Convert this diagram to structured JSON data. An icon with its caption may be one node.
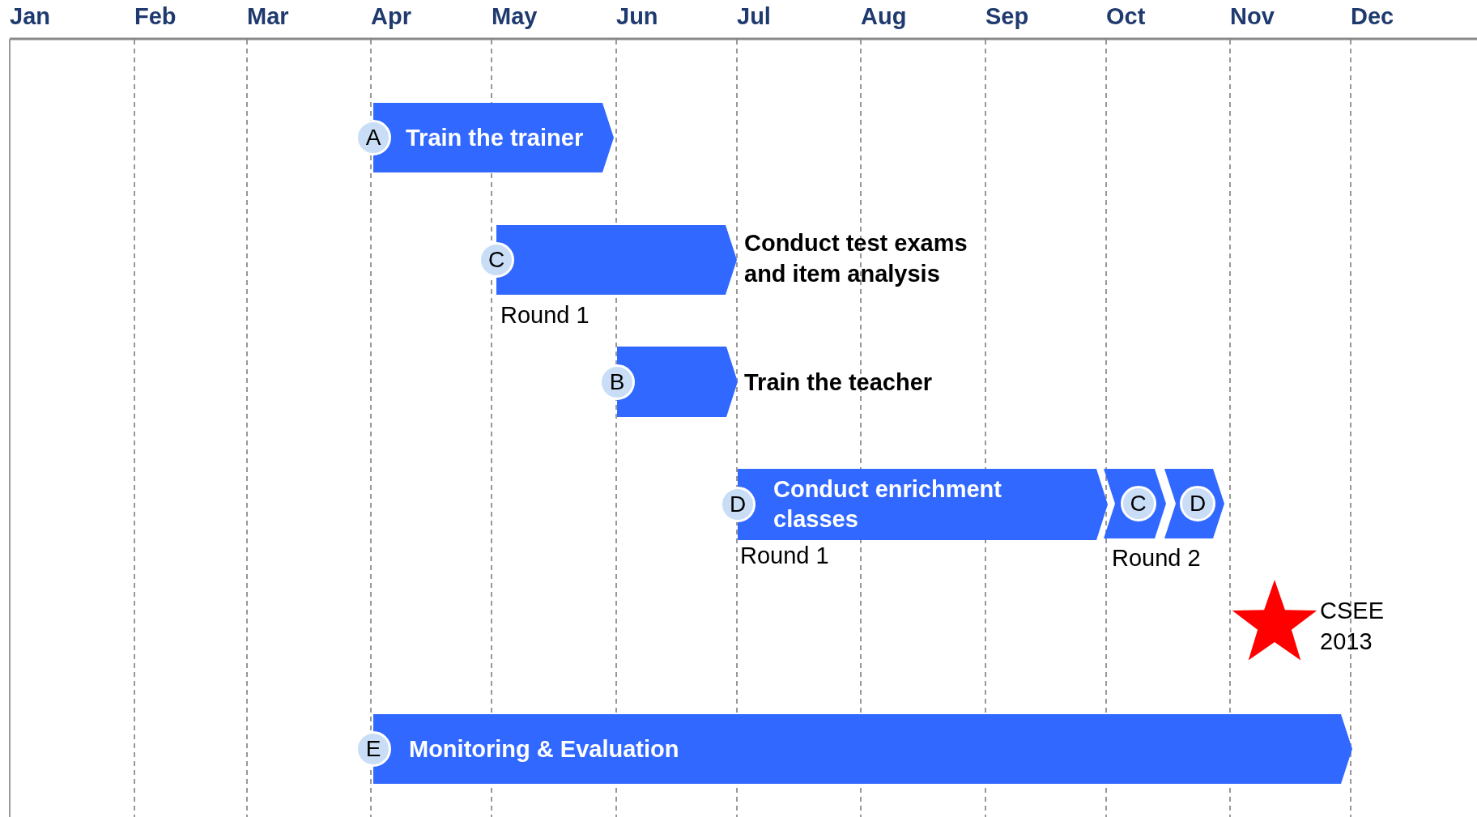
{
  "diagram": {
    "nodes": [
      {
        "text": [
          "A",
          "Train the trainer"
        ]
      },
      {
        "text": [
          "C"
        ],
        "beside": [
          "Conduct test exams and item analysis",
          "Round 1"
        ]
      },
      {
        "text": [
          "B"
        ],
        "beside": [
          "Train the teacher"
        ]
      },
      {
        "text": [
          "D",
          "Conduct enrichment classes"
        ],
        "beside": [
          "Round 1"
        ]
      },
      {
        "text": [
          "C"
        ]
      },
      {
        "text": [
          "D"
        ]
      },
      {
        "text": [],
        "shape": "star",
        "beside": [
          "CSEE 2013"
        ]
      },
      {
        "text": [
          "E",
          "Monitoring & Evaluation"
        ]
      }
    ],
    "edges": [],
    "labels": [
      "Jan",
      "Feb",
      "Mar",
      "Apr",
      "May",
      "Jun",
      "Jul",
      "Aug",
      "Sep",
      "Oct",
      "Nov",
      "Dec",
      "Round 2"
    ]
  }
}
